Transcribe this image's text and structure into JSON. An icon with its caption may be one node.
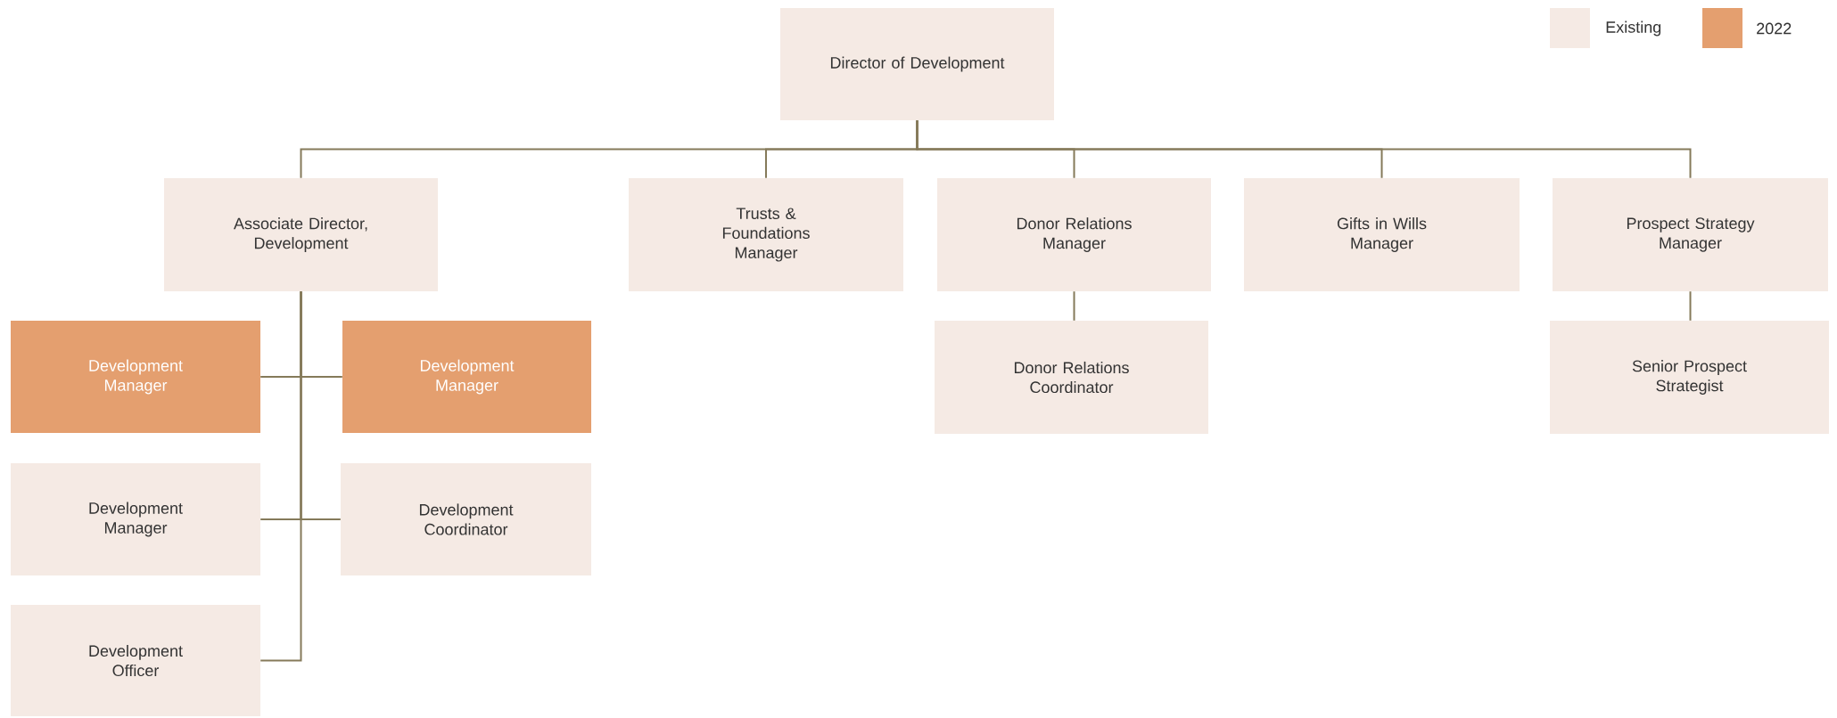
{
  "diagram": {
    "nodes": [
      {
        "text": [
          "Director of Development"
        ]
      },
      {
        "text": [
          "Associate Director, Development"
        ]
      },
      {
        "text": [
          "Trusts & Foundations Manager"
        ]
      },
      {
        "text": [
          "Donor Relations Manager"
        ]
      },
      {
        "text": [
          "Gifts in Wills Manager"
        ]
      },
      {
        "text": [
          "Prospect Strategy Manager"
        ]
      },
      {
        "text": [
          "Development Manager"
        ]
      },
      {
        "text": [
          "Development Manager"
        ]
      },
      {
        "text": [
          "Development Manager"
        ]
      },
      {
        "text": [
          "Development Coordinator"
        ]
      },
      {
        "text": [
          "Development Officer"
        ]
      },
      {
        "text": [
          "Donor Relations Coordinator"
        ]
      },
      {
        "text": [
          "Senior Prospect Strategist"
        ]
      }
    ],
    "edges": [
      {
        "from": 0,
        "to": 1,
        "arrow": "none"
      },
      {
        "from": 0,
        "to": 2,
        "arrow": "none"
      },
      {
        "from": 0,
        "to": 3,
        "arrow": "none"
      },
      {
        "from": 0,
        "to": 4,
        "arrow": "none"
      },
      {
        "from": 0,
        "to": 5,
        "arrow": "none"
      },
      {
        "from": 1,
        "to": 6,
        "arrow": "none"
      },
      {
        "from": 1,
        "to": 7,
        "arrow": "none"
      },
      {
        "from": 1,
        "to": 8,
        "arrow": "none"
      },
      {
        "from": 1,
        "to": 9,
        "arrow": "none"
      },
      {
        "from": 1,
        "to": 10,
        "arrow": "none"
      },
      {
        "from": 3,
        "to": 11,
        "arrow": "none"
      },
      {
        "from": 5,
        "to": 12,
        "arrow": "none"
      }
    ],
    "legend": [
      {
        "text": "Existing",
        "color": "#f5eae4"
      },
      {
        "text": "2022",
        "color": "#e49f6f"
      }
    ]
  }
}
